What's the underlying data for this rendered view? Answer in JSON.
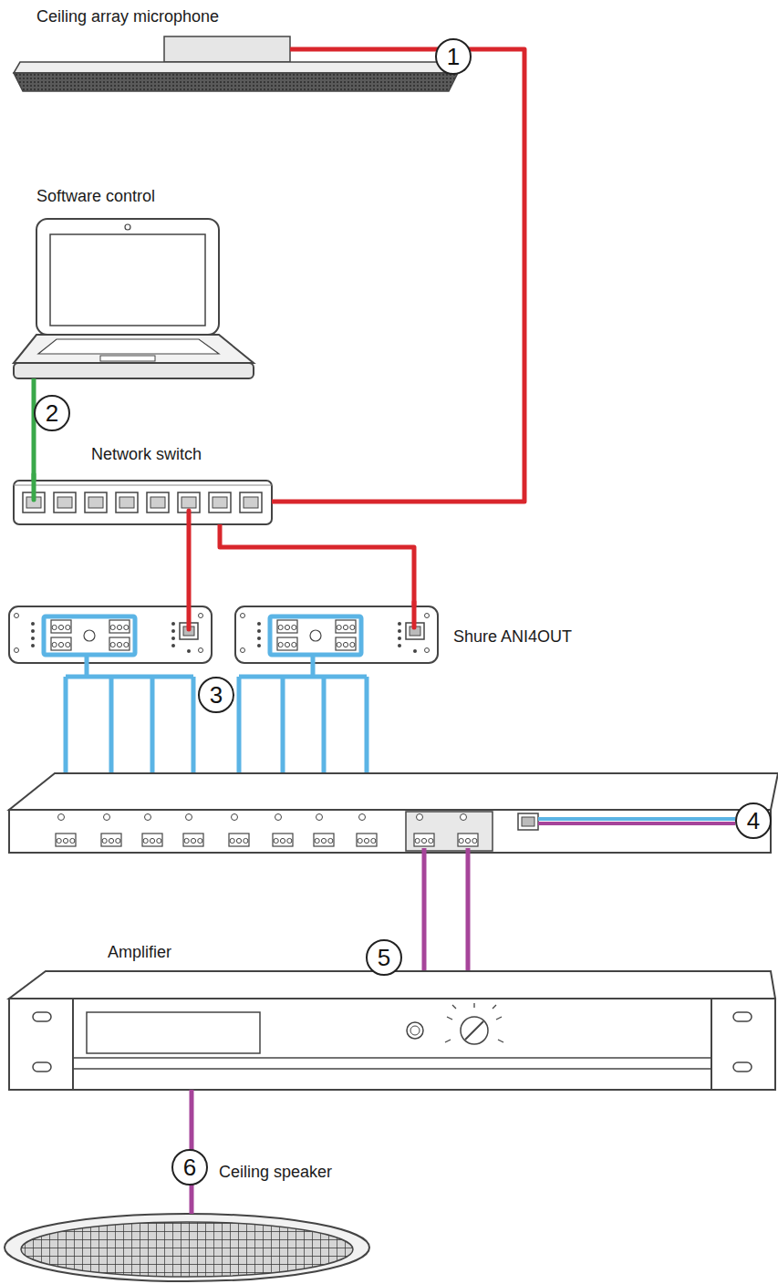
{
  "diagram": {
    "nodes": [
      {
        "text": [
          "Ceiling array microphone"
        ]
      },
      {
        "text": [
          "Software control"
        ]
      },
      {
        "text": [
          "Network switch"
        ]
      },
      {
        "text": [
          "Shure ANI4OUT"
        ]
      },
      {
        "text": [
          "Amplifier"
        ]
      },
      {
        "text": [
          "Ceiling speaker"
        ]
      }
    ],
    "edges": [
      {
        "from": 0,
        "to": 2,
        "arrow": "none"
      },
      {
        "from": 1,
        "to": 2,
        "arrow": "none"
      },
      {
        "from": 2,
        "to": 3,
        "arrow": "none"
      },
      {
        "from": 4,
        "to": 5,
        "arrow": "none"
      }
    ],
    "labels": [
      "1",
      "2",
      "3",
      "4",
      "5",
      "6"
    ]
  }
}
